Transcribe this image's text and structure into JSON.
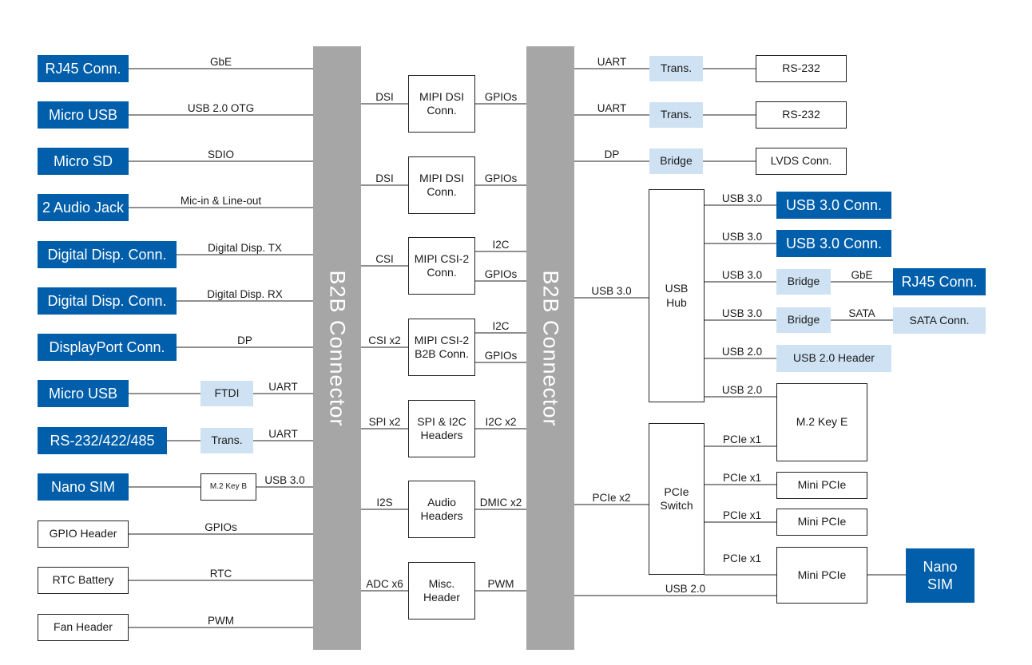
{
  "connectors": {
    "left": "B2B Connector",
    "right": "B2B Connector"
  },
  "left_column": [
    {
      "id": "rj45",
      "label": "RJ45 Conn.",
      "style": "blue",
      "link": "GbE"
    },
    {
      "id": "microusb1",
      "label": "Micro USB",
      "style": "blue",
      "link": "USB 2.0 OTG"
    },
    {
      "id": "microsd",
      "label": "Micro SD",
      "style": "blue",
      "link": "SDIO"
    },
    {
      "id": "audiojack",
      "label": "2 Audio Jack",
      "style": "blue",
      "link": "Mic-in & Line-out"
    },
    {
      "id": "ddtx",
      "label": "Digital Disp. Conn.",
      "style": "blue",
      "link": "Digital Disp. TX"
    },
    {
      "id": "ddrx",
      "label": "Digital Disp. Conn.",
      "style": "blue",
      "link": "Digital Disp. RX"
    },
    {
      "id": "dpconn",
      "label": "DisplayPort Conn.",
      "style": "blue",
      "link": "DP"
    },
    {
      "id": "microusb2",
      "label": "Micro USB",
      "style": "blue",
      "link": "UART",
      "via": "FTDI"
    },
    {
      "id": "rs232",
      "label": "RS-232/422/485",
      "style": "blue",
      "link": "UART",
      "via": "Trans."
    },
    {
      "id": "nanosim",
      "label": "Nano SIM",
      "style": "blue",
      "link": "USB 3.0",
      "via": "M.2 Key B"
    },
    {
      "id": "gpio",
      "label": "GPIO Header",
      "style": "outline",
      "link": "GPIOs"
    },
    {
      "id": "rtc",
      "label": "RTC Battery",
      "style": "outline",
      "link": "RTC"
    },
    {
      "id": "fan",
      "label": "Fan Header",
      "style": "outline",
      "link": "PWM"
    }
  ],
  "middle_column": [
    {
      "id": "dsi1",
      "label": "MIPI DSI\nConn.",
      "left": [
        "DSI"
      ],
      "right": [
        "GPIOs"
      ]
    },
    {
      "id": "dsi2",
      "label": "MIPI DSI\nConn.",
      "left": [
        "DSI"
      ],
      "right": [
        "GPIOs"
      ]
    },
    {
      "id": "csi1",
      "label": "MIPI CSI-2\nConn.",
      "left": [
        "CSI"
      ],
      "right": [
        "I2C",
        "GPIOs"
      ]
    },
    {
      "id": "csi2",
      "label": "MIPI CSI-2\nB2B Conn.",
      "left": [
        "CSI x2"
      ],
      "right": [
        "I2C",
        "GPIOs"
      ]
    },
    {
      "id": "spi",
      "label": "SPI & I2C\nHeaders",
      "left": [
        "SPI x2"
      ],
      "right": [
        "I2C x2"
      ]
    },
    {
      "id": "audio",
      "label": "Audio\nHeaders",
      "left": [
        "I2S"
      ],
      "right": [
        "DMIC x2"
      ]
    },
    {
      "id": "misc",
      "label": "Misc.\nHeader",
      "left": [
        "ADC x6"
      ],
      "right": [
        "PWM"
      ]
    }
  ],
  "right_column": {
    "uart1": {
      "link": "UART",
      "via": "Trans.",
      "target": "RS-232"
    },
    "uart2": {
      "link": "UART",
      "via": "Trans.",
      "target": "RS-232"
    },
    "dp": {
      "link": "DP",
      "via": "Bridge",
      "target": "LVDS Conn."
    },
    "usb_hub": {
      "label": "USB\nHub",
      "input": "USB 3.0",
      "outputs": [
        {
          "id": "usb30a",
          "link": "USB 3.0",
          "target": "USB 3.0 Conn.",
          "style": "blue"
        },
        {
          "id": "usb30b",
          "link": "USB 3.0",
          "target": "USB 3.0 Conn.",
          "style": "blue"
        },
        {
          "id": "usb30c",
          "link": "USB 3.0",
          "via": "Bridge",
          "via_link": "GbE",
          "target": "RJ45 Conn.",
          "style": "blue"
        },
        {
          "id": "usb30d",
          "link": "USB 3.0",
          "via": "Bridge",
          "via_link": "SATA",
          "target": "SATA Conn.",
          "style": "light"
        },
        {
          "id": "usb20a",
          "link": "USB 2.0",
          "target": "USB 2.0 Header",
          "style": "light"
        },
        {
          "id": "usb20b",
          "link": "USB 2.0",
          "target": "M.2 Key E",
          "style": "outline"
        }
      ]
    },
    "pcie_switch": {
      "label": "PCIe\nSwitch",
      "input": "PCIe x2",
      "outputs": [
        {
          "id": "pcie1",
          "link": "PCIe x1",
          "target": "M.2 Key E"
        },
        {
          "id": "pcie2",
          "link": "PCIe x1",
          "target": "Mini PCIe"
        },
        {
          "id": "pcie3",
          "link": "PCIe x1",
          "target": "Mini PCIe"
        },
        {
          "id": "pcie4",
          "link": "PCIe x1",
          "target": "Mini PCIe"
        }
      ]
    },
    "bottom_link": "USB 2.0",
    "nano_sim": "Nano\nSIM"
  },
  "colors": {
    "blue": "#005eaa",
    "light": "#cfe2f3",
    "bar": "#a6a6a6",
    "line": "#222222"
  }
}
